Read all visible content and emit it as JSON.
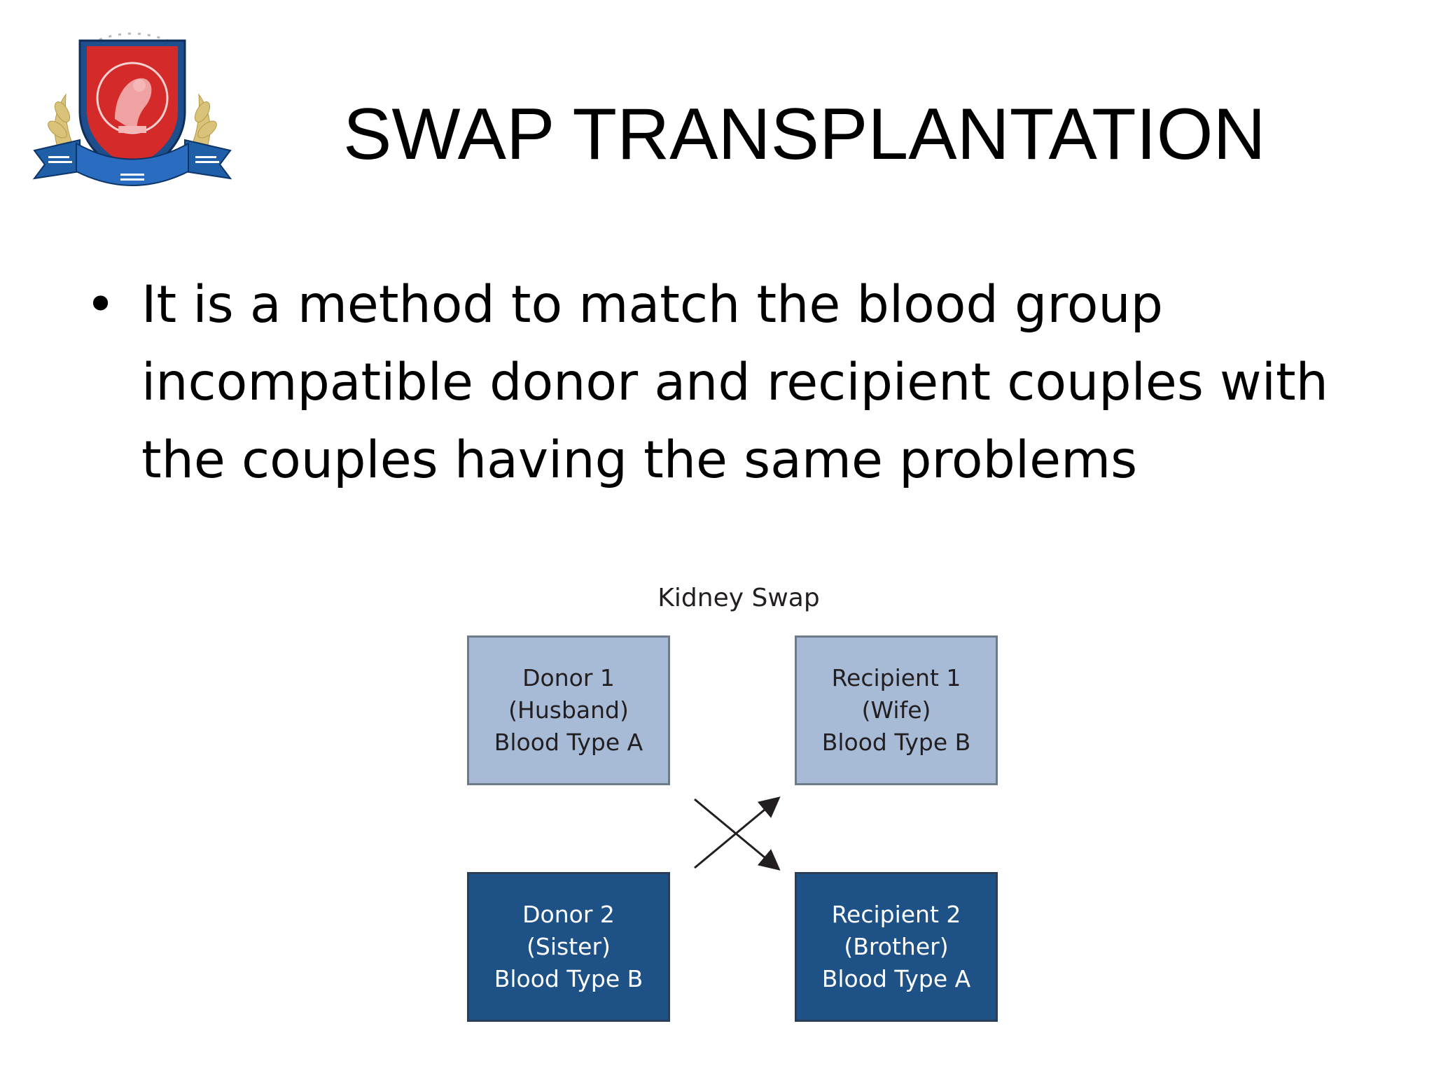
{
  "slide": {
    "title": "SWAP TRANSPLANTATION",
    "bullets": [
      {
        "symbol": "•",
        "text": "It is a method to match the blood group incompatible donor and recipient couples with the couples having the same problems"
      }
    ]
  },
  "logo": {
    "icon": "university-crest-icon"
  },
  "diagram": {
    "title": "Kidney Swap",
    "boxes": {
      "donor1": [
        "Donor 1",
        "(Husband)",
        "Blood Type A"
      ],
      "recipient1": [
        "Recipient 1",
        "(Wife)",
        "Blood Type B"
      ],
      "donor2": [
        "Donor 2",
        "(Sister)",
        "Blood Type B"
      ],
      "recipient2": [
        "Recipient 2",
        "(Brother)",
        "Blood Type A"
      ]
    },
    "colors": {
      "light_box": "#a7bad6",
      "dark_box": "#1e5287"
    }
  }
}
